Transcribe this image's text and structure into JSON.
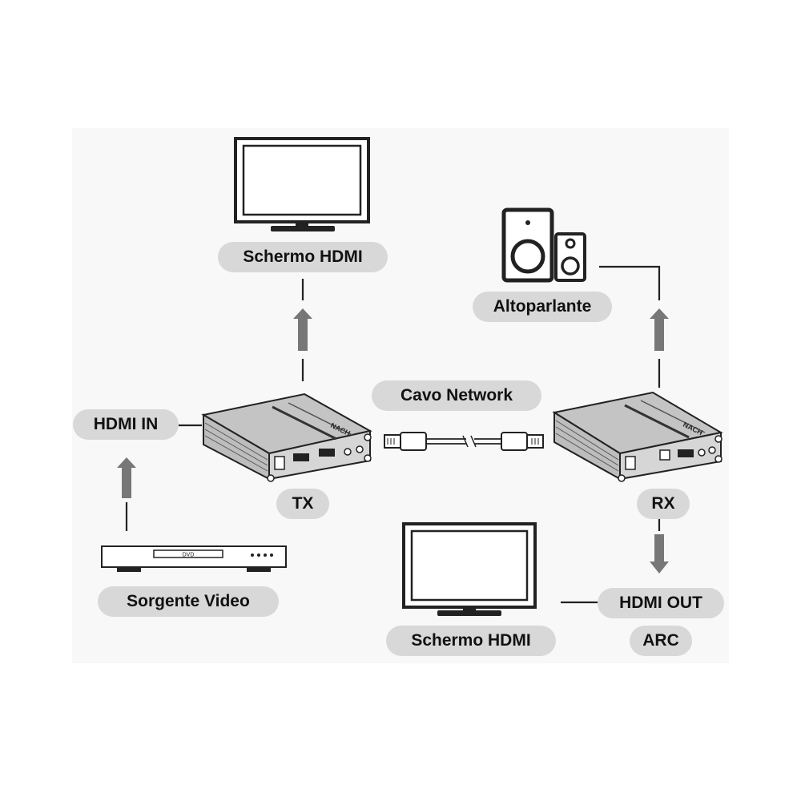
{
  "labels": {
    "top_screen": "Schermo HDMI",
    "speaker": "Altoparlante",
    "cable": "Cavo Network",
    "hdmi_in": "HDMI IN",
    "tx": "TX",
    "rx": "RX",
    "source": "Sorgente Video",
    "bottom_screen": "Schermo HDMI",
    "hdmi_out": "HDMI OUT",
    "arc": "ARC"
  },
  "device_text": {
    "dvd": "DVD",
    "brand": "NACH"
  },
  "colors": {
    "line": "#222222",
    "arrow": "#777777",
    "pill": "#d8d8d8",
    "device_body": "#d6d6d6",
    "device_top": "#c4c4c4"
  }
}
